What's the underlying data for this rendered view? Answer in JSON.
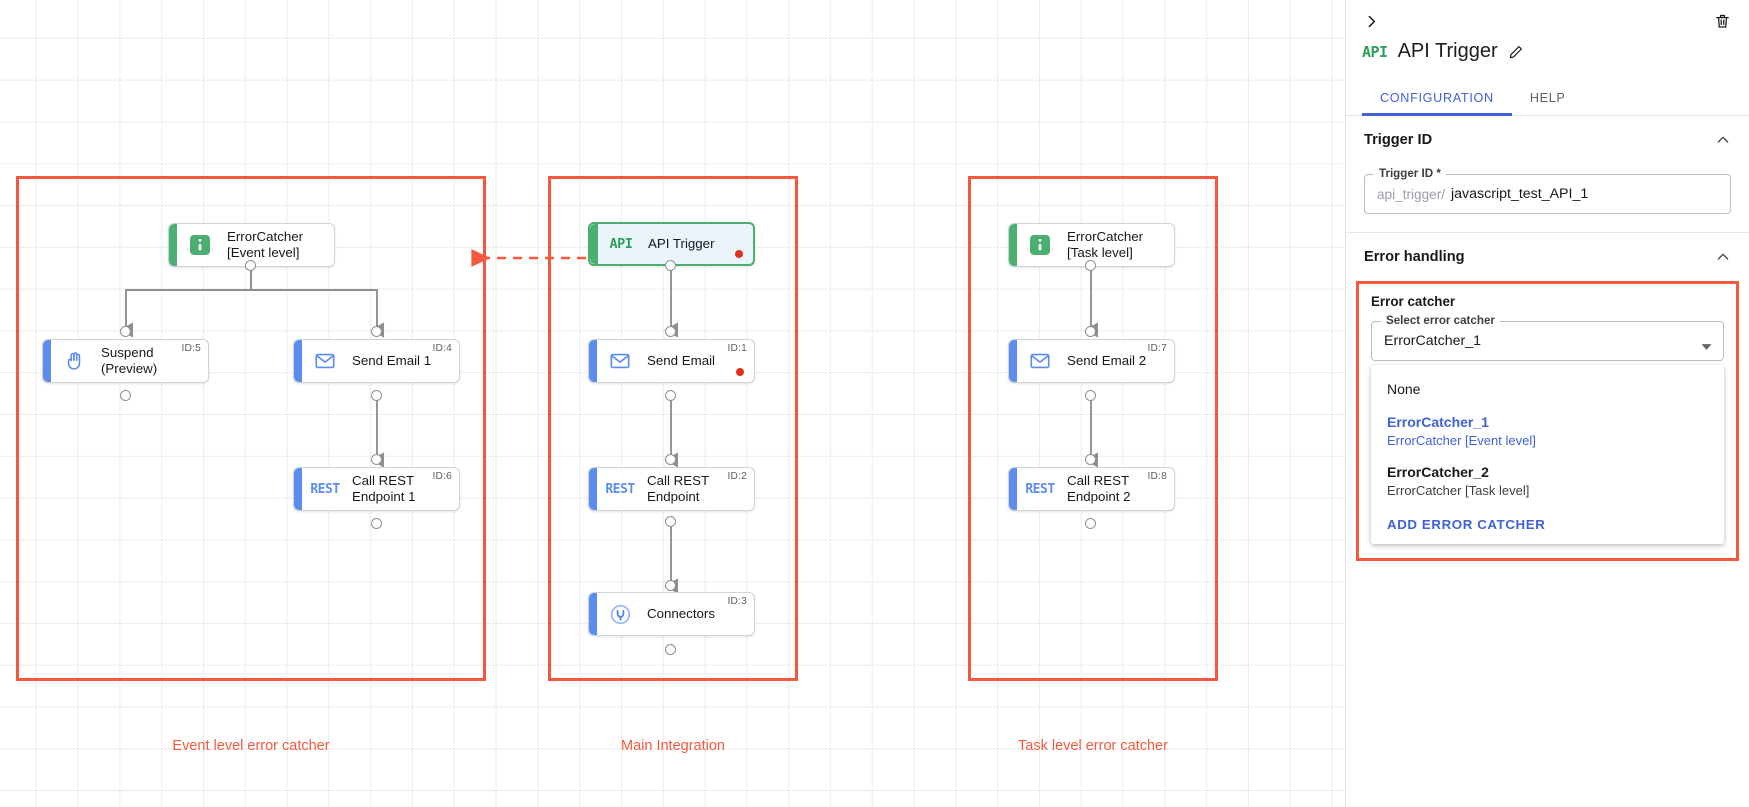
{
  "canvas": {
    "groups": [
      {
        "label": "Event level error catcher"
      },
      {
        "label": "Main Integration"
      },
      {
        "label": "Task level error catcher"
      }
    ],
    "nodes": [
      {
        "id": "n-errorcatcher-event",
        "title": "ErrorCatcher\n[Event level]",
        "icon": "error-catcher-icon",
        "badge": "",
        "error": false
      },
      {
        "id": "n-suspend",
        "title": "Suspend\n(Preview)",
        "icon": "hand-suspend-icon",
        "badge": "ID:5",
        "error": false
      },
      {
        "id": "n-send-email-1",
        "title": "Send Email 1",
        "icon": "envelope-icon",
        "badge": "ID:4",
        "error": false
      },
      {
        "id": "n-call-rest-1",
        "title": "Call REST\nEndpoint 1",
        "icon": "rest-icon",
        "badge": "ID:6",
        "error": false
      },
      {
        "id": "n-api-trigger",
        "title": "API Trigger",
        "icon": "api-icon",
        "badge": "",
        "error": true
      },
      {
        "id": "n-send-email",
        "title": "Send Email",
        "icon": "envelope-icon",
        "badge": "ID:1",
        "error": true
      },
      {
        "id": "n-call-rest",
        "title": "Call REST\nEndpoint",
        "icon": "rest-icon",
        "badge": "ID:2",
        "error": false
      },
      {
        "id": "n-connectors",
        "title": "Connectors",
        "icon": "connector-plug-icon",
        "badge": "ID:3",
        "error": false
      },
      {
        "id": "n-errorcatcher-task",
        "title": "ErrorCatcher\n[Task level]",
        "icon": "error-catcher-icon",
        "badge": "",
        "error": false
      },
      {
        "id": "n-send-email-2",
        "title": "Send Email 2",
        "icon": "envelope-icon",
        "badge": "ID:7",
        "error": false
      },
      {
        "id": "n-call-rest-2",
        "title": "Call REST\nEndpoint 2",
        "icon": "rest-icon",
        "badge": "ID:8",
        "error": false
      }
    ],
    "icon_labels": {
      "rest": "REST",
      "api": "API"
    },
    "colors": {
      "group_border": "#f4593f",
      "group_label": "#f4593f",
      "node_accent_blue": "#5b8dee",
      "node_accent_green": "#4caf72",
      "selected_border": "#4caf72",
      "selected_fill": "#e9f4fb",
      "error_dot": "#e03020",
      "edge": "#8a9096",
      "grid": "#ececec"
    }
  },
  "panel": {
    "collapse_icon": "chevron-right-icon",
    "delete_icon": "trash-icon",
    "badge_icon": "api-icon",
    "title": "API Trigger",
    "edit_icon": "pencil-icon",
    "tabs": [
      {
        "label": "CONFIGURATION",
        "active": true
      },
      {
        "label": "HELP",
        "active": false
      }
    ],
    "trigger_id_section": {
      "heading": "Trigger ID",
      "collapse_icon": "chevron-up-icon",
      "field_legend": "Trigger ID *",
      "prefix": "api_trigger/",
      "value": "javascript_test_API_1"
    },
    "error_handling_section": {
      "heading": "Error handling",
      "collapse_icon": "chevron-up-icon",
      "error_catcher_label": "Error catcher",
      "select_legend": "Select error catcher",
      "selected_value": "ErrorCatcher_1",
      "dropdown_icon": "chevron-down-icon",
      "options": [
        {
          "primary": "None",
          "secondary": "",
          "selected": false
        },
        {
          "primary": "ErrorCatcher_1",
          "secondary": "ErrorCatcher [Event level]",
          "selected": true
        },
        {
          "primary": "ErrorCatcher_2",
          "secondary": "ErrorCatcher [Task level]",
          "selected": false
        }
      ],
      "add_action": "ADD ERROR CATCHER"
    }
  }
}
